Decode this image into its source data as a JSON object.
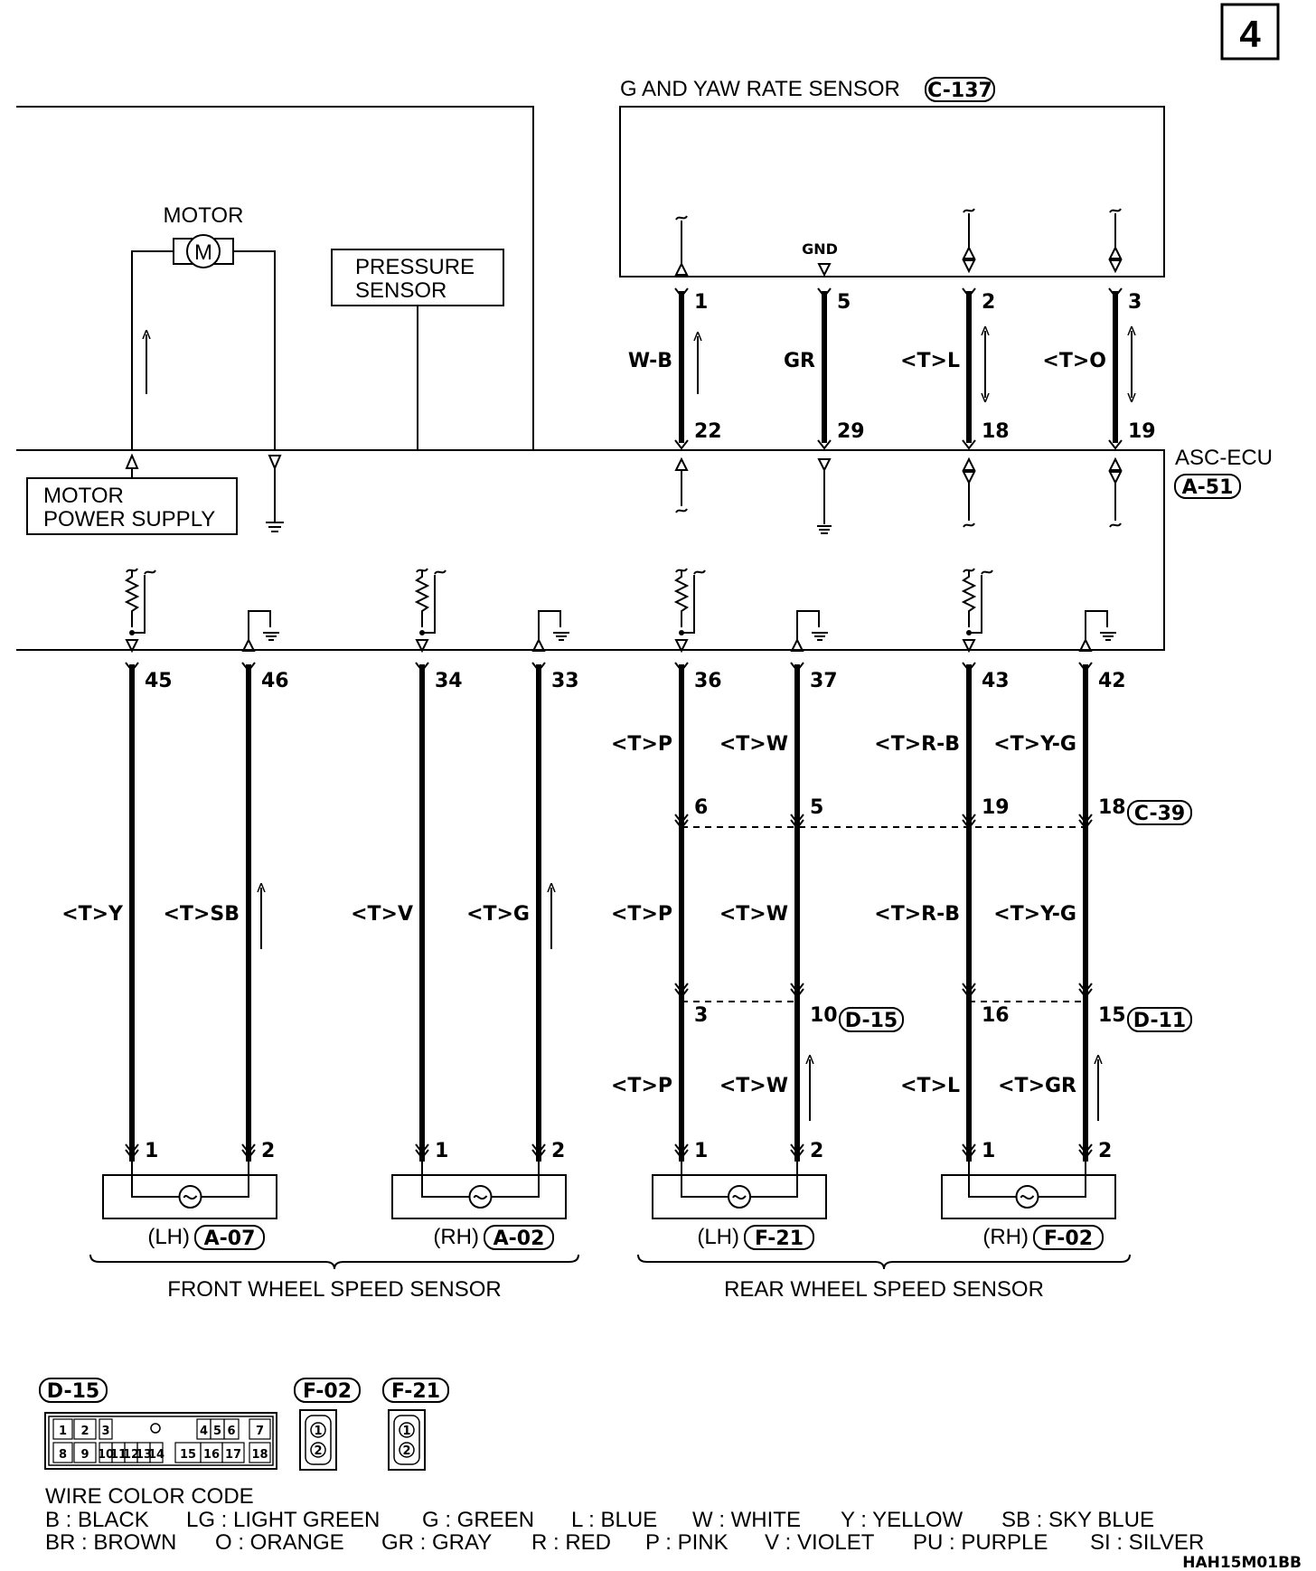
{
  "page_number": "4",
  "diagram_id": "HAH15M01BB",
  "g_sensor": {
    "label": "G AND YAW RATE SENSOR",
    "connector": "C-137",
    "gnd_label": "GND"
  },
  "motor": {
    "label": "MOTOR",
    "symbol": "M"
  },
  "pressure_sensor": {
    "line1": "PRESSURE",
    "line2": "SENSOR"
  },
  "motor_power_supply": {
    "line1": "MOTOR",
    "line2": "POWER SUPPLY"
  },
  "ecu": {
    "label": "ASC-ECU",
    "connector": "A-51"
  },
  "top_wires": [
    {
      "pin_top": "1",
      "pin_bottom": "22",
      "color": "W-B",
      "arrow": "up"
    },
    {
      "pin_top": "5",
      "pin_bottom": "29",
      "color": "GR",
      "arrow": "none"
    },
    {
      "pin_top": "2",
      "pin_bottom": "18",
      "color": "<T>L",
      "arrow": "both"
    },
    {
      "pin_top": "3",
      "pin_bottom": "19",
      "color": "<T>O",
      "arrow": "both"
    }
  ],
  "bottom_wires": [
    {
      "ecu_pin": "45",
      "colors": [
        "<T>Y"
      ],
      "sensor_pin": "1",
      "arrow": false
    },
    {
      "ecu_pin": "46",
      "colors": [
        "<T>SB"
      ],
      "sensor_pin": "2",
      "arrow": true
    },
    {
      "ecu_pin": "34",
      "colors": [
        "<T>V"
      ],
      "sensor_pin": "1",
      "arrow": false
    },
    {
      "ecu_pin": "33",
      "colors": [
        "<T>G"
      ],
      "sensor_pin": "2",
      "arrow": true
    },
    {
      "ecu_pin": "36",
      "colors": [
        "<T>P",
        "<T>P",
        "<T>P"
      ],
      "j1_pin": "6",
      "j2_pin": "3",
      "sensor_pin": "1",
      "arrow": false
    },
    {
      "ecu_pin": "37",
      "colors": [
        "<T>W",
        "<T>W",
        "<T>W"
      ],
      "j1_pin": "5",
      "j2_pin": "10",
      "sensor_pin": "2",
      "arrow": true
    },
    {
      "ecu_pin": "43",
      "colors": [
        "<T>R-B",
        "<T>R-B",
        "<T>L"
      ],
      "j1_pin": "19",
      "j2_pin": "16",
      "sensor_pin": "1",
      "arrow": false
    },
    {
      "ecu_pin": "42",
      "colors": [
        "<T>Y-G",
        "<T>Y-G",
        "<T>GR"
      ],
      "j1_pin": "18",
      "j2_pin": "15",
      "sensor_pin": "2",
      "arrow": true
    }
  ],
  "junction_connectors": {
    "c39": "C-39",
    "d15": "D-15",
    "d11": "D-11"
  },
  "sensors": [
    {
      "side": "(LH)",
      "connector": "A-07"
    },
    {
      "side": "(RH)",
      "connector": "A-02"
    },
    {
      "side": "(LH)",
      "connector": "F-21"
    },
    {
      "side": "(RH)",
      "connector": "F-02"
    }
  ],
  "front_group_label": "FRONT WHEEL SPEED SENSOR",
  "rear_group_label": "REAR WHEEL SPEED SENSOR",
  "connector_views": {
    "d15": {
      "label": "D-15",
      "cavities_top": [
        "1",
        "2",
        "3",
        "4",
        "5",
        "6",
        "7"
      ],
      "cavities_bottom": [
        "8",
        "9",
        "10",
        "11",
        "12",
        "13",
        "14",
        "15",
        "16",
        "17",
        "18"
      ]
    },
    "f02": {
      "label": "F-02",
      "pins": [
        "1",
        "2"
      ]
    },
    "f21": {
      "label": "F-21",
      "pins": [
        "1",
        "2"
      ]
    }
  },
  "wire_color_code": {
    "title": "WIRE COLOR CODE",
    "row1": [
      "B : BLACK",
      "LG : LIGHT GREEN",
      "G : GREEN",
      "L : BLUE",
      "W : WHITE",
      "Y : YELLOW",
      "SB : SKY BLUE"
    ],
    "row2": [
      "BR : BROWN",
      "O : ORANGE",
      "GR : GRAY",
      "R : RED",
      "P : PINK",
      "V : VIOLET",
      "PU : PURPLE",
      "SI : SILVER"
    ]
  }
}
